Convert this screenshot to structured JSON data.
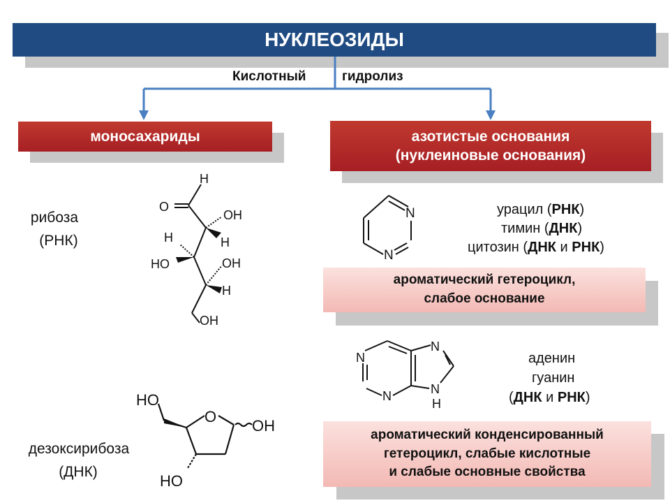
{
  "header": {
    "title": "НУКЛЕОЗИДЫ"
  },
  "hydrolysis": {
    "word1": "Кислотный",
    "word2": "гидролиз"
  },
  "left": {
    "heading": "моносахариды",
    "ribose": {
      "name": "рибоза",
      "type": "(РНК)"
    },
    "deoxyribose": {
      "name": "дезоксирибоза",
      "type": "(ДНК)"
    },
    "ribose_atoms": {
      "h": "H",
      "o": "O",
      "oh": "OH",
      "ho": "HO"
    },
    "deoxy_atoms": {
      "ho": "HO",
      "o": "O",
      "oh": "OH"
    }
  },
  "right": {
    "heading_line1": "азотистые основания",
    "heading_line2": "(нуклеиновые основания)",
    "pyrimidine": {
      "atom_n": "N",
      "bases": [
        {
          "name": "урацил",
          "tag": "РНК"
        },
        {
          "name": "тимин",
          "tag": "ДНК"
        },
        {
          "name": "цитозин",
          "tag1": "ДНК",
          "conj": "и",
          "tag2": "РНК"
        }
      ],
      "description_line1": "ароматический гетероцикл,",
      "description_line2": "слабое основание"
    },
    "purine": {
      "atom_n": "N",
      "atom_h": "H",
      "bases": [
        "аденин",
        "гуанин"
      ],
      "tag1": "ДНК",
      "conj": "и",
      "tag2": "РНК",
      "description_line1": "ароматический конденсированный",
      "description_line2": "гетероцикл, слабые кислотные",
      "description_line3": "и слабые основные свойства"
    }
  },
  "colors": {
    "title": "#1f4b82",
    "red": "#b3262b",
    "pink": "#f5c4bf",
    "arrow": "#4a7fc1",
    "shadow": "#c7c7c7"
  }
}
